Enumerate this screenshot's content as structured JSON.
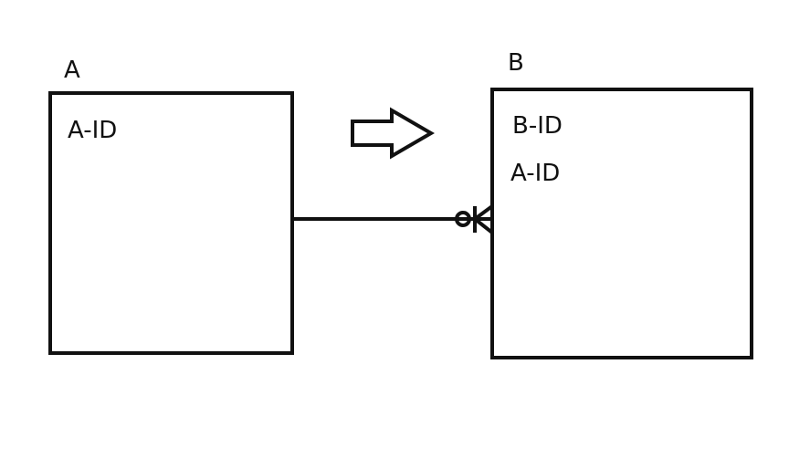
{
  "entities": [
    {
      "name": "A",
      "attributes": [
        "A-ID"
      ]
    },
    {
      "name": "B",
      "attributes": [
        "B-ID",
        "A-ID"
      ]
    }
  ],
  "relationship": {
    "from": "A",
    "to": "B",
    "from_end": "one",
    "to_end": "zero-or-many"
  },
  "colors": {
    "stroke": "#111111",
    "background": "#ffffff"
  },
  "icons": {
    "arrow": "right-arrow-icon"
  }
}
